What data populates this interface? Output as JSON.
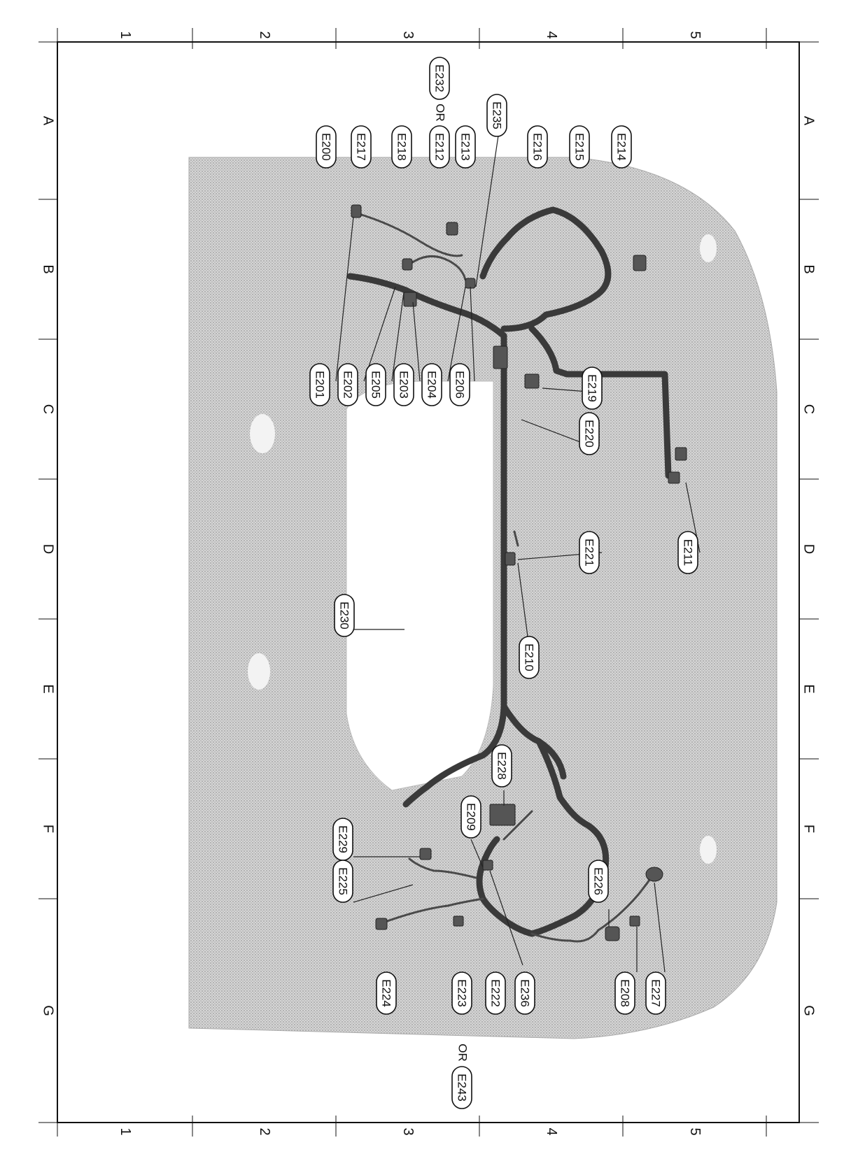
{
  "grid": {
    "rows": [
      "1",
      "2",
      "3",
      "4",
      "5"
    ],
    "cols": [
      "A",
      "B",
      "C",
      "D",
      "E",
      "F",
      "G"
    ]
  },
  "connectors": {
    "E200": "E200",
    "E201": "E201",
    "E202": "E202",
    "E203": "E203",
    "E204": "E204",
    "E205": "E205",
    "E206": "E206",
    "E208": "E208",
    "E209": "E209",
    "E210": "E210",
    "E211": "E211",
    "E212": "E212",
    "E213": "E213",
    "E214": "E214",
    "E215": "E215",
    "E216": "E216",
    "E217": "E217",
    "E218": "E218",
    "E219": "E219",
    "E220": "E220",
    "E221": "E221",
    "E222": "E222",
    "E223": "E223",
    "E224": "E224",
    "E225": "E225",
    "E226": "E226",
    "E227": "E227",
    "E228": "E228",
    "E229": "E229",
    "E230": "E230",
    "E232": "E232",
    "E235": "E235",
    "E236": "E236",
    "E243": "E243"
  },
  "or_label": "OR",
  "colors": {
    "panel": "#c9c9c9",
    "harness": "#3a3a3a",
    "ink": "#111111"
  }
}
